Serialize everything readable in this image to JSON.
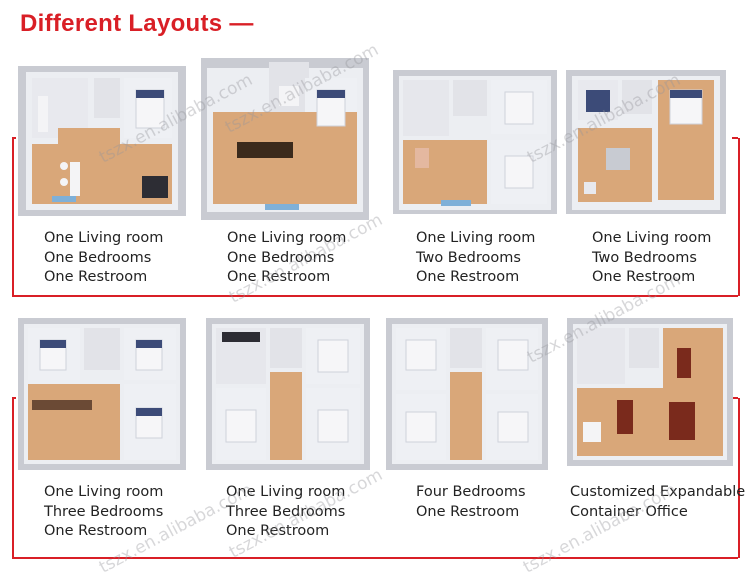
{
  "title": "Different Layouts —",
  "watermark": "tszx.en.alibaba.com",
  "colors": {
    "accent": "#d91f26",
    "floor": "#d9a779",
    "wall": "#eceef2",
    "bed": "#3c4b78"
  },
  "layouts": [
    {
      "lines": [
        "One Living room",
        "One Bedrooms",
        "One Restroom"
      ]
    },
    {
      "lines": [
        "One Living room",
        "One Bedrooms",
        "One Restroom"
      ]
    },
    {
      "lines": [
        "One Living room",
        "Two Bedrooms",
        "One Restroom"
      ]
    },
    {
      "lines": [
        "One Living room",
        "Two Bedrooms",
        "One Restroom"
      ]
    },
    {
      "lines": [
        "One Living room",
        "Three Bedrooms",
        "One Restroom"
      ]
    },
    {
      "lines": [
        "One Living room",
        "Three Bedrooms",
        "One Restroom"
      ]
    },
    {
      "lines": [
        "Four Bedrooms",
        "One Restroom"
      ]
    },
    {
      "lines": [
        "Customized Expandable",
        "Container Office"
      ]
    }
  ]
}
